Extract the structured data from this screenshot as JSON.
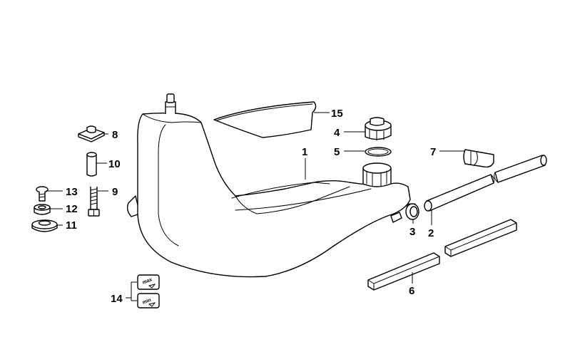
{
  "callouts": {
    "c1": "1",
    "c2": "2",
    "c3": "3",
    "c4": "4",
    "c5": "5",
    "c6": "6",
    "c7": "7",
    "c8": "8",
    "c9": "9",
    "c10": "10",
    "c11": "11",
    "c12": "12",
    "c13": "13",
    "c14": "14",
    "c15": "15"
  },
  "labels": {
    "max": "max",
    "min": "min"
  }
}
